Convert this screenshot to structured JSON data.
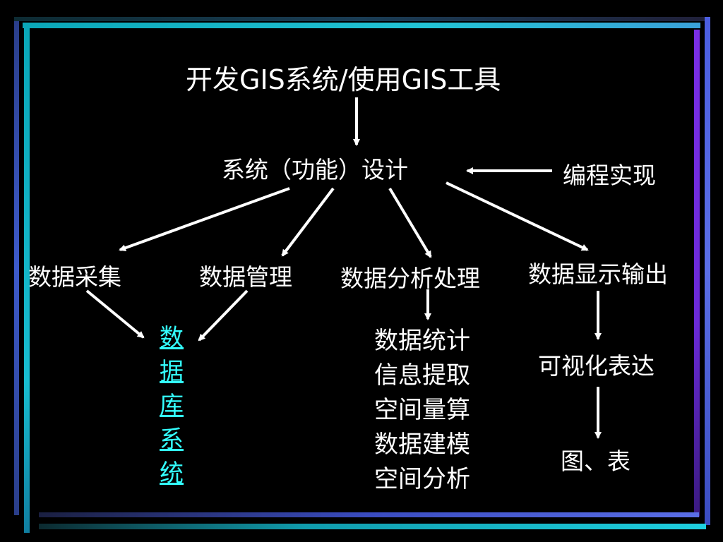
{
  "colors": {
    "background": "#000000",
    "text": "#ffffff",
    "link_text": "#33ffff",
    "frame_cyan": "#19b5c8",
    "frame_blue": "#5a6ee6",
    "frame_purple": "#7a2ee6"
  },
  "diagram": {
    "top": "开发GIS系统/使用GIS工具",
    "design": "系统（功能）设计",
    "implementation": "编程实现",
    "categories": {
      "collection": "数据采集",
      "management": "数据管理",
      "analysis": "数据分析处理",
      "display": "数据显示输出"
    },
    "database": [
      "数",
      "据",
      "库",
      "系",
      "统"
    ],
    "analysis_items": [
      "数据统计",
      "信息提取",
      "空间量算",
      "数据建模",
      "空间分析"
    ],
    "visualization": "可视化表达",
    "output": "图、表"
  }
}
